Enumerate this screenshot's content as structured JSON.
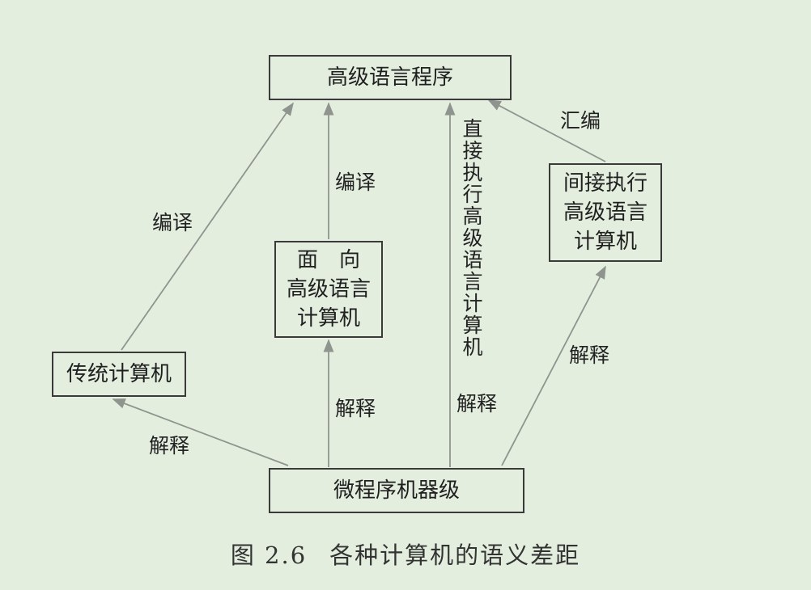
{
  "boxes": {
    "high_level_program": "高级语言程序",
    "traditional_computer": "传统计算机",
    "hll_oriented_computer": [
      "面　向",
      "高级语言",
      "计算机"
    ],
    "indirect_exec_computer": [
      "间接执行",
      "高级语言",
      "计算机"
    ],
    "microprogram_level": "微程序机器级"
  },
  "labels": {
    "compile_left": "编译",
    "compile_mid": "编译",
    "assemble": "汇编",
    "direct_exec": "直接执行高级语言计算机",
    "interpret_left": "解释",
    "interpret_mid": "解释",
    "interpret_direct": "解释",
    "interpret_right": "解释"
  },
  "caption": {
    "number": "图 2.6",
    "text": "各种计算机的语义差距"
  },
  "colors": {
    "background": "#e3eedf",
    "box_border": "#3a3a3a",
    "arrow": "#8f948e"
  }
}
